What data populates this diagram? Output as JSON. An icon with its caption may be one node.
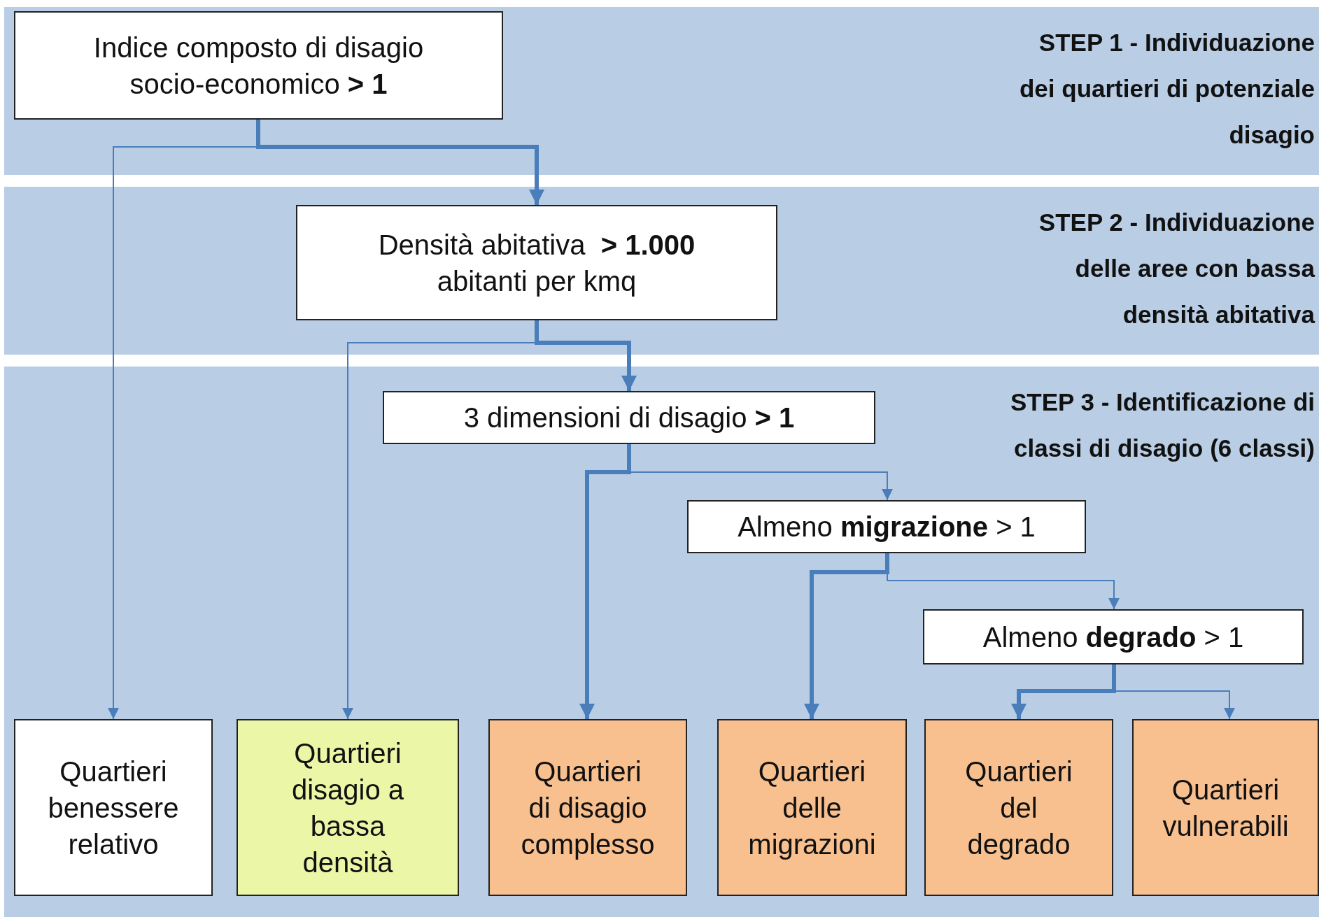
{
  "diagram": {
    "nodes": [
      {
        "text": [
          "STEP 1 - Individuazione dei quartieri di potenziale disagio"
        ]
      },
      {
        "text": [
          "Indice composto di disagio socio-economico **> 1**"
        ],
        "in": 0
      },
      {
        "text": [
          "STEP 2 - Individuazione delle aree con bassa densità abitativa"
        ]
      },
      {
        "text": [
          "Densità abitativa  **> 1.000** abitanti per kmq"
        ],
        "in": 2
      },
      {
        "text": [
          "STEP 3 - Identificazione di classi di disagio (6 classi)"
        ]
      },
      {
        "text": [
          "3 dimensioni di disagio **> 1**"
        ],
        "in": 4
      },
      {
        "text": [
          "Almeno **migrazione** > 1"
        ],
        "in": 4
      },
      {
        "text": [
          "Almeno **degrado** > 1"
        ],
        "in": 4
      },
      {
        "text": [
          "Quartieri benessere relativo"
        ],
        "in": 4
      },
      {
        "text": [
          "Quartieri disagio a bassa densità"
        ],
        "in": 4
      },
      {
        "text": [
          "Quartieri di disagio complesso"
        ],
        "in": 4
      },
      {
        "text": [
          "Quartieri delle migrazioni"
        ],
        "in": 4
      },
      {
        "text": [
          "Quartieri del degrado"
        ],
        "in": 4
      },
      {
        "text": [
          "Quartieri vulnerabili"
        ],
        "in": 4
      }
    ],
    "edges": [
      {
        "from": 1,
        "to": 3,
        "arrow": "to",
        "style": "thick"
      },
      {
        "from": 1,
        "to": 8,
        "arrow": "to"
      },
      {
        "from": 3,
        "to": 5,
        "arrow": "to",
        "style": "thick"
      },
      {
        "from": 3,
        "to": 9,
        "arrow": "to"
      },
      {
        "from": 5,
        "to": 10,
        "arrow": "to",
        "style": "thick"
      },
      {
        "from": 5,
        "to": 6,
        "arrow": "to"
      },
      {
        "from": 6,
        "to": 11,
        "arrow": "to",
        "style": "thick"
      },
      {
        "from": 6,
        "to": 7,
        "arrow": "to"
      },
      {
        "from": 7,
        "to": 12,
        "arrow": "to",
        "style": "thick"
      },
      {
        "from": 7,
        "to": 13,
        "arrow": "to"
      }
    ]
  }
}
